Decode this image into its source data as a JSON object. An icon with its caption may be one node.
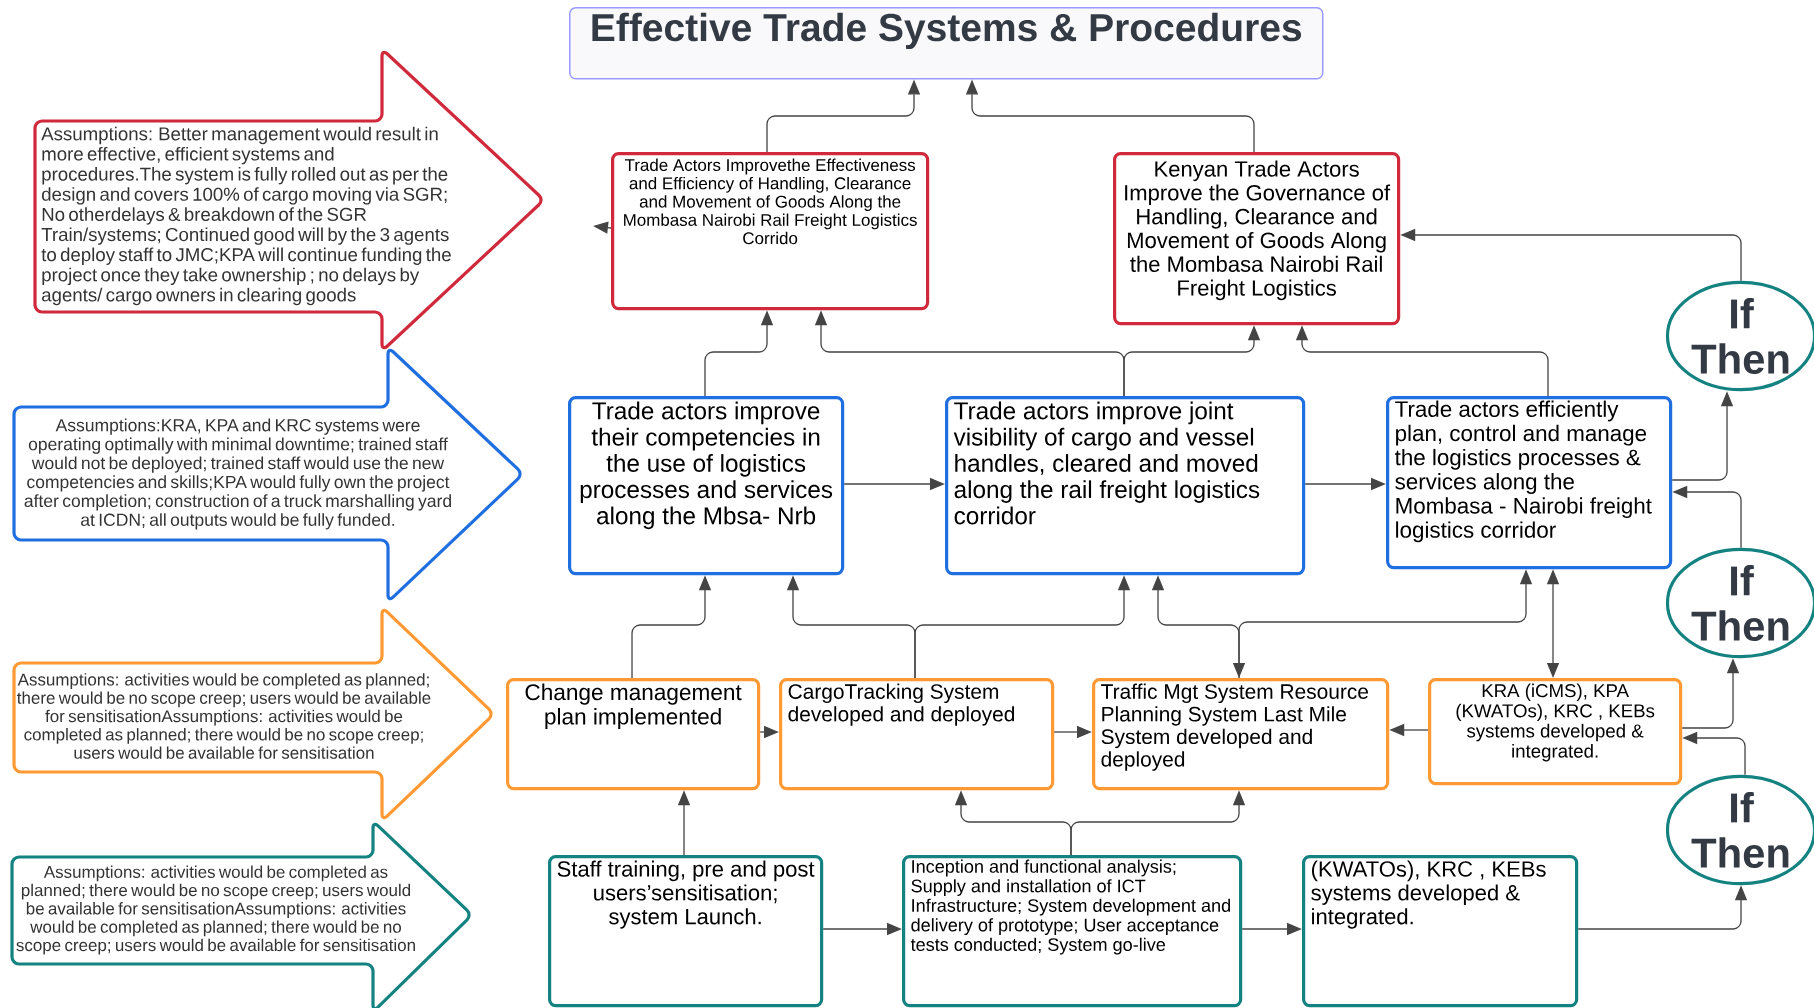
{
  "diagram": {
    "nodes": [
      {
        "text": [
          "Effective Trade Systems & Procedures"
        ]
      },
      {
        "text": [
          "Assumptions: Better management would result in more effective, efficient systems and procedures.The system is fully rolled out as per the design and covers 100% of cargo moving via SGR; No otherdelays & breakdown of the SGR Train/systems; Continued good will by the 3 agents to deploy staff to JMC;KPA will continue funding the project once they take ownership ; no delays by agents/ cargo owners in clearing goods"
        ]
      },
      {
        "text": [
          "Assumptions:KRA, KPA and KRC systems were operating optimally with minimal downtime; trained staff would not be deployed; trained staff would use the new competencies and skills;KPA would fully own the project after completion; construction of a truck marshalling yard at ICDN; all outputs would be fully funded."
        ]
      },
      {
        "text": [
          "Assumptions: activities would be completed as planned; there would be no scope creep; users would be available for sensitisationAssumptions: activities would be completed as planned; there would be no scope creep; users would be available for sensitisation"
        ]
      },
      {
        "text": [
          "Assumptions: activities would be completed as planned; there would be no scope creep; users would be available for sensitisationAssumptions: activities would be completed as planned; there would be no scope creep; users would be available for sensitisation"
        ]
      },
      {
        "text": [
          "Trade Actors Improvethe Effectiveness and Efficiency of Handling, Clearance and Movement of Goods Along the Mombasa Nairobi Rail Freight Logistics Corrido"
        ]
      },
      {
        "text": [
          "Kenyan Trade Actors Improve the Governance of Handling, Clearance and Movement of Goods Along the Mombasa Nairobi Rail Freight Logistics"
        ]
      },
      {
        "text": [
          "Trade actors improve their competencies in the use of logistics processes and services along the Mbsa- Nrb"
        ]
      },
      {
        "text": [
          "Trade actors improve joint visibility of cargo and vessel handles, cleared and moved along the rail freight logistics corridor"
        ]
      },
      {
        "text": [
          "Trade actors efficiently plan, control and manage the logistics processes & services along the Mombasa - Nairobi freight logistics corridor"
        ]
      },
      {
        "text": [
          "Change management plan implemented"
        ]
      },
      {
        "text": [
          "CargoTracking System developed and deployed"
        ]
      },
      {
        "text": [
          "Traffic Mgt System Resource Planning System Last Mile System developed and deployed"
        ]
      },
      {
        "text": [
          "KRA (iCMS), KPA (KWATOs), KRC , KEBs systems developed & integrated."
        ]
      },
      {
        "text": [
          "Staff training, pre and post users’sensitisation; system Launch."
        ]
      },
      {
        "text": [
          "Inception and functional analysis; Supply and installation of ICT Infrastructure; System development and delivery of prototype; User acceptance tests conducted; System go-live"
        ]
      },
      {
        "text": [
          "(KWATOs), KRC , KEBs systems developed & integrated."
        ]
      },
      {
        "text": [
          "If Then"
        ]
      },
      {
        "text": [
          "If Then"
        ]
      },
      {
        "text": [
          "If Then"
        ]
      }
    ],
    "edges": [
      {
        "from": 5,
        "to": 0,
        "arrow": "to"
      },
      {
        "from": 6,
        "to": 0,
        "arrow": "to"
      },
      {
        "from": 5,
        "to": null,
        "arrow": "to"
      },
      {
        "from": 7,
        "to": 5,
        "arrow": "to"
      },
      {
        "from": 8,
        "to": 5,
        "arrow": "to"
      },
      {
        "from": 8,
        "to": 6,
        "arrow": "to"
      },
      {
        "from": 9,
        "to": 6,
        "arrow": "to"
      },
      {
        "from": 7,
        "to": 8,
        "arrow": "to"
      },
      {
        "from": 8,
        "to": 9,
        "arrow": "to"
      },
      {
        "from": 9,
        "to": 17,
        "arrow": "to"
      },
      {
        "from": 17,
        "to": 6,
        "arrow": "to"
      },
      {
        "from": 18,
        "to": 9,
        "arrow": "to"
      },
      {
        "from": 13,
        "to": 18,
        "arrow": "to"
      },
      {
        "from": 19,
        "to": 13,
        "arrow": "to"
      },
      {
        "from": 16,
        "to": 19,
        "arrow": "to"
      },
      {
        "from": 10,
        "to": 7,
        "arrow": "to"
      },
      {
        "from": 11,
        "to": 7,
        "arrow": "to"
      },
      {
        "from": 11,
        "to": 8,
        "arrow": "to"
      },
      {
        "from": 12,
        "to": 8,
        "arrow": "to"
      },
      {
        "from": 12,
        "to": 9,
        "arrow": "both"
      },
      {
        "from": 13,
        "to": 9,
        "arrow": "both"
      },
      {
        "from": 10,
        "to": 11,
        "arrow": "to"
      },
      {
        "from": 11,
        "to": 12,
        "arrow": "to"
      },
      {
        "from": 13,
        "to": 12,
        "arrow": "to"
      },
      {
        "from": 14,
        "to": 10,
        "arrow": "to"
      },
      {
        "from": 15,
        "to": 11,
        "arrow": "to"
      },
      {
        "from": 15,
        "to": 12,
        "arrow": "to"
      },
      {
        "from": 14,
        "to": 15,
        "arrow": "to"
      },
      {
        "from": 15,
        "to": 16,
        "arrow": "to"
      }
    ]
  }
}
